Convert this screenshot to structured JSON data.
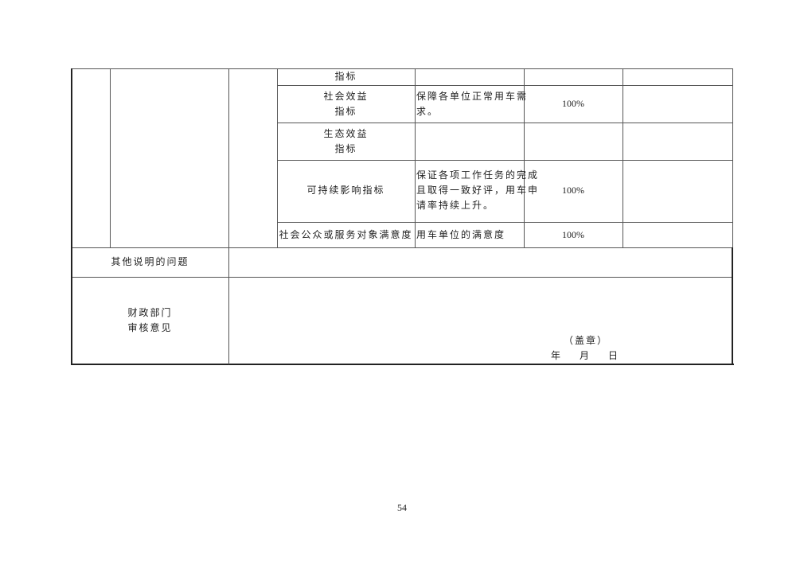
{
  "table": {
    "rows": [
      {
        "indicator": "指标",
        "content": "",
        "value": "",
        "note": ""
      },
      {
        "indicator_lines": [
          "社会效益",
          "指标"
        ],
        "content_lines": [
          "保障各单位正常用车需",
          "求。"
        ],
        "value": "100%",
        "note": ""
      },
      {
        "indicator_lines": [
          "生态效益",
          "指标"
        ],
        "content": "",
        "value": "",
        "note": ""
      },
      {
        "indicator": "可持续影响指标",
        "content_lines": [
          "保证各项工作任务的完成",
          "且取得一致好评，用车申",
          "请率持续上升。"
        ],
        "value": "100%",
        "note": ""
      },
      {
        "indicator": "社会公众或服务对象满意度",
        "content": "用车单位的满意度",
        "value": "100%",
        "note": ""
      }
    ],
    "other_issues_label": "其他说明的问题",
    "finance_label_lines": [
      "财政部门",
      "审核意见"
    ],
    "seal": "（盖章）",
    "date": {
      "year": "年",
      "month": "月",
      "day": "日"
    }
  },
  "page_number": "54"
}
